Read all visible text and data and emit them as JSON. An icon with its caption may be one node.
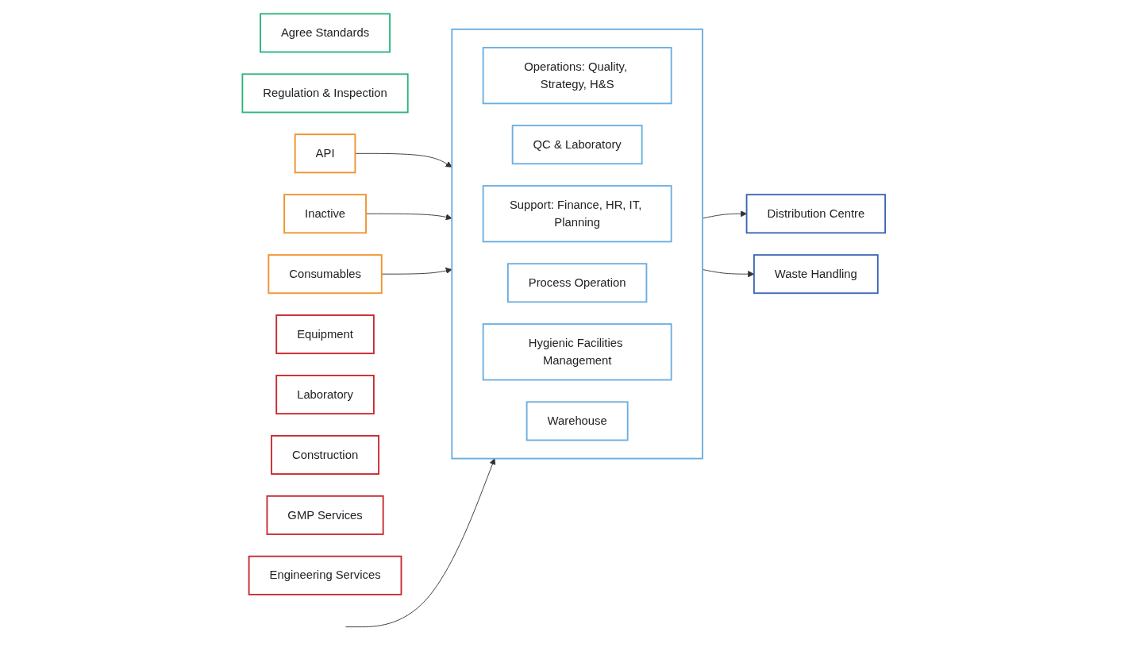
{
  "diagram": {
    "nodes": [
      {
        "text": [
          "Agree Standards"
        ]
      },
      {
        "text": [
          "Regulation & Inspection"
        ]
      },
      {
        "text": [
          "API"
        ]
      },
      {
        "text": [
          "Inactive"
        ]
      },
      {
        "text": [
          "Consumables"
        ]
      },
      {
        "text": [],
        "shape": "box"
      },
      {
        "text": [
          "Operations: Quality, Strategy, H&S"
        ],
        "in": 5
      },
      {
        "text": [
          "QC & Laboratory"
        ],
        "in": 5
      },
      {
        "text": [
          "Support: Finance, HR, IT, Planning"
        ],
        "in": 5
      },
      {
        "text": [
          "Process Operation"
        ],
        "in": 5
      },
      {
        "text": [
          "Hygienic Facilities Management"
        ],
        "in": 5
      },
      {
        "text": [
          "Warehouse"
        ],
        "in": 5
      },
      {
        "text": [
          "Distribution Centre"
        ]
      },
      {
        "text": [
          "Waste Handling"
        ]
      },
      {
        "text": [
          "Equipment"
        ]
      },
      {
        "text": [
          "Laboratory"
        ]
      },
      {
        "text": [
          "Construction"
        ]
      },
      {
        "text": [
          "GMP Services"
        ]
      },
      {
        "text": [
          "Engineering Services"
        ]
      }
    ],
    "edges": [
      {
        "from": 2,
        "to": 5,
        "arrow": "to"
      },
      {
        "from": 3,
        "to": 5,
        "arrow": "to"
      },
      {
        "from": 4,
        "to": 5,
        "arrow": "to"
      },
      {
        "from": 5,
        "to": 12,
        "arrow": "to"
      },
      {
        "from": 5,
        "to": 13,
        "arrow": "to"
      },
      {
        "from": null,
        "to": 5,
        "arrow": "to"
      }
    ]
  }
}
